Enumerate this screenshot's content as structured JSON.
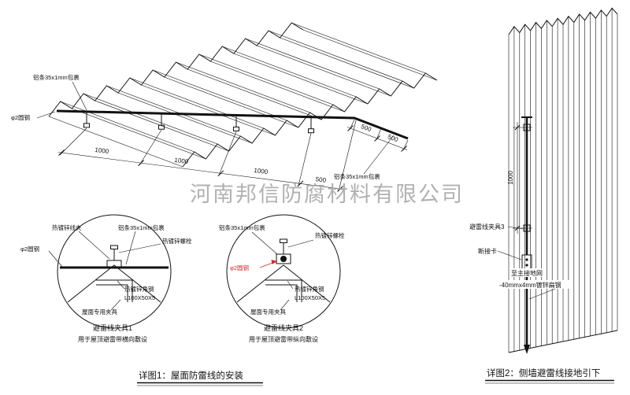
{
  "watermark": "河南邦信防腐材料有限公司",
  "roof": {
    "label_wrap_top": "铝条35x1mm包裹",
    "label_round_steel": "φ2圆钢",
    "label_wrap_right": "铝条35x1mm包裹",
    "dims": {
      "d1": "1000",
      "d2": "1000",
      "d3": "1000",
      "d4": "500",
      "d5": "500",
      "d6": "500"
    }
  },
  "detail1": {
    "title": "避雷线夹具1",
    "subtitle": "用于屋顶避雷带横向敷设",
    "label_clip": "热镀锌线夹",
    "label_wrap": "铝条35x1mm包裹",
    "label_bolt": "热镀锌螺栓",
    "label_round_steel": "φ2圆钢",
    "label_angle": "热镀锌角钢",
    "label_angle_spec": "L100X50X5",
    "label_roof_clamp": "屋面专用夹具"
  },
  "detail2": {
    "title": "避雷线夹具2",
    "subtitle": "用于屋顶避雷带纵向敷设",
    "label_wrap": "铝条35x1mm包裹",
    "label_bolt": "热镀锌螺栓",
    "label_round_steel": "φ2圆钢",
    "label_angle": "热镀锌角钢",
    "label_angle_spec": "L100X50X5",
    "label_roof_clamp": "屋面专用夹具"
  },
  "caption1": "详图1：屋面防雷线的安装",
  "wall": {
    "dim": "1000",
    "label_clamp3": "避雷线夹具3",
    "label_disconnect": "断接卡",
    "label_ground": "至主接地网",
    "label_flat_steel": "-40mmx4mm镀锌扁钢"
  },
  "caption2": "详图2：侧墙避雷线接地引下",
  "colors": {
    "line": "#111111",
    "accent_red": "#d42a2a",
    "watermark": "#9e9e9e"
  }
}
